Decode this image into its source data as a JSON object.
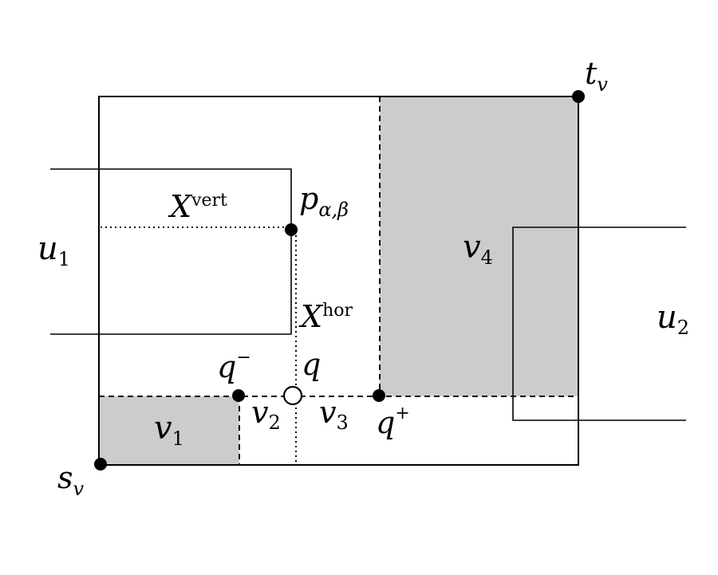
{
  "labels": {
    "t_v": {
      "main": "t",
      "sub": "v"
    },
    "s_v": {
      "main": "s",
      "sub": "v"
    },
    "u1": {
      "main": "u",
      "sub": "1"
    },
    "u2": {
      "main": "u",
      "sub": "2"
    },
    "v1": {
      "main": "v",
      "sub": "1"
    },
    "v2": {
      "main": "v",
      "sub": "2"
    },
    "v3": {
      "main": "v",
      "sub": "3"
    },
    "v4": {
      "main": "v",
      "sub": "4"
    },
    "x_vert": {
      "main": "X",
      "sup": "vert"
    },
    "x_hor": {
      "main": "X",
      "sup": "hor"
    },
    "p_ab": {
      "main": "p",
      "sub": "α,β"
    },
    "q": {
      "main": "q"
    },
    "q_minus": {
      "main": "q",
      "sup": "−"
    },
    "q_plus": {
      "main": "q",
      "sup": "+"
    }
  },
  "colors": {
    "line": "#000000",
    "shaded": "#cccccc",
    "background": "#ffffff"
  }
}
